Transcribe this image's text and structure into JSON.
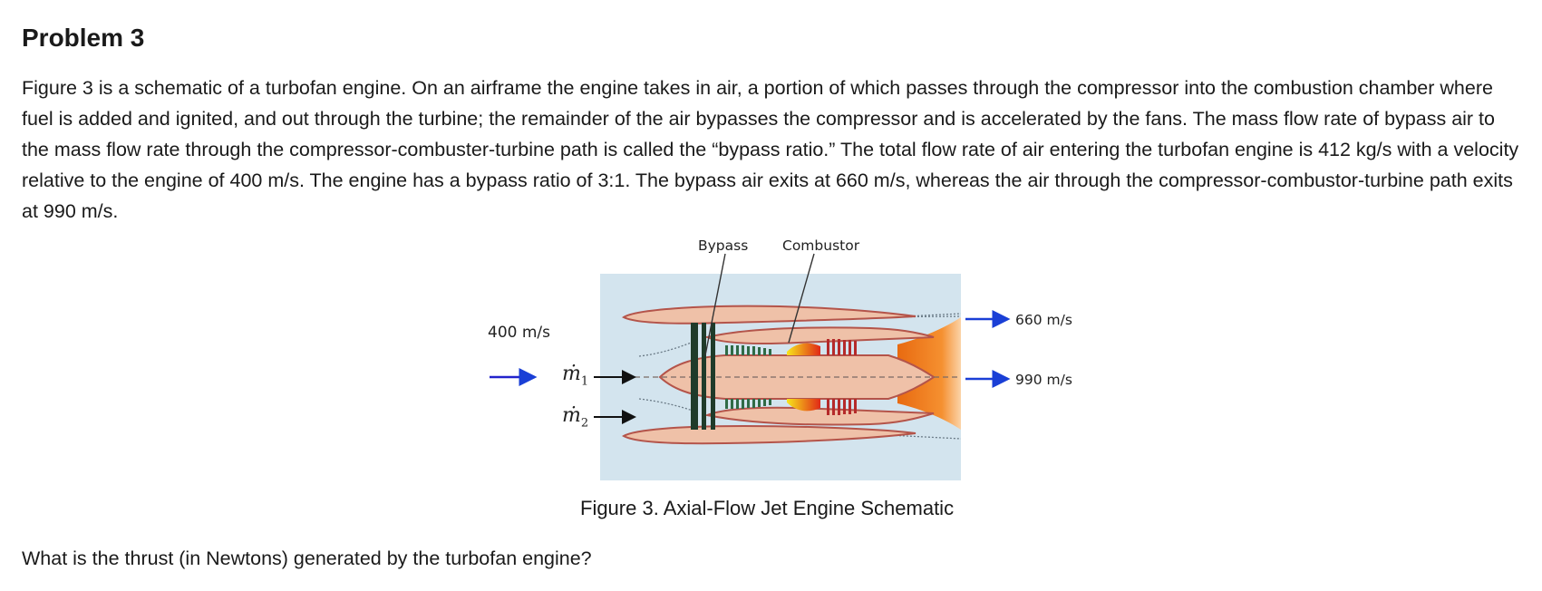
{
  "problem": {
    "title": "Problem 3",
    "paragraph": "Figure 3 is a schematic of a turbofan engine. On an airframe the engine takes in air, a portion of which passes through the compressor into the combustion chamber where fuel is added and ignited, and out through the turbine; the remainder of the air bypasses the compressor and is accelerated by the fans. The mass flow rate of bypass air to the mass flow rate through the compressor-combuster-turbine path is called the “bypass ratio.” The total flow rate of air entering the turbofan engine is 412 kg/s with a velocity relative to the engine of 400 m/s. The engine has a bypass ratio of 3:1. The bypass air exits at 660 m/s, whereas the air through the compressor-combustor-turbine path exits at 990 m/s.",
    "question": "What is the thrust (in Newtons) generated by the turbofan engine?"
  },
  "figure": {
    "caption": "Figure 3. Axial-Flow Jet Engine Schematic",
    "labels": {
      "bypass": "Bypass",
      "combustor": "Combustor",
      "inlet_velocity": "400 m/s",
      "bypass_exit_velocity": "660 m/s",
      "core_exit_velocity": "990 m/s",
      "m1": "ṁ",
      "m1_sub": "1",
      "m2": "ṁ",
      "m2_sub": "2"
    },
    "colors": {
      "background": "#d3e4ee",
      "nacelle": "#efc1a8",
      "nacelle_outline": "#b4544a",
      "exhaust": "#f07a14",
      "blades": "#1f3b2a",
      "inlet_arrow": "#2222cc",
      "exit_arrows": "#1a3fd6"
    }
  }
}
